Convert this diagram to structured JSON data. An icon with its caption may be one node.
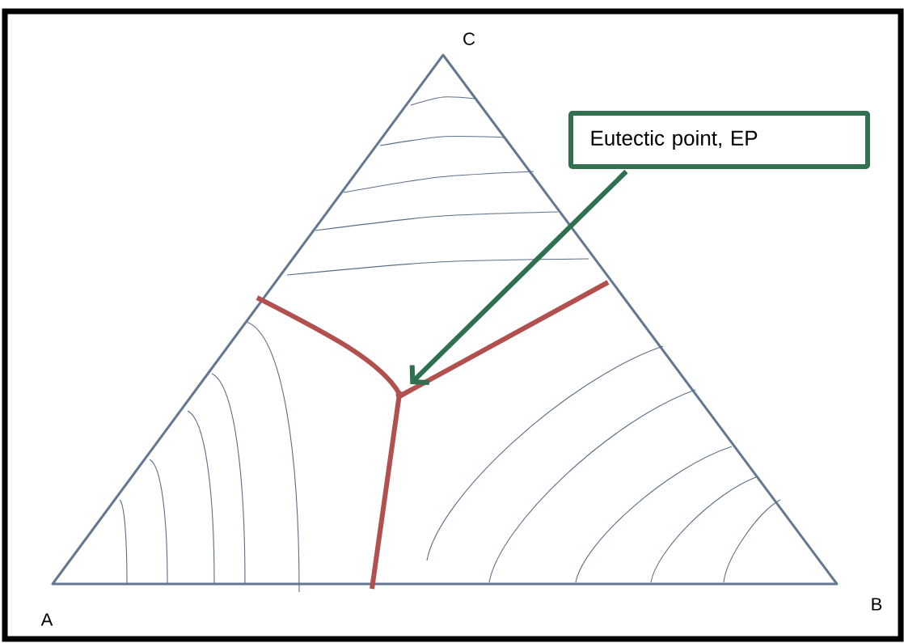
{
  "diagram": {
    "nodes": [
      {
        "text": [
          "Eutectic point, EP"
        ]
      },
      {
        "text": [],
        "shape": "circle"
      }
    ],
    "edges": [
      {
        "from": 0,
        "to": 1,
        "arrow": "to",
        "color": "#2e7050"
      }
    ],
    "labels": [
      "C",
      "A",
      "B"
    ]
  }
}
